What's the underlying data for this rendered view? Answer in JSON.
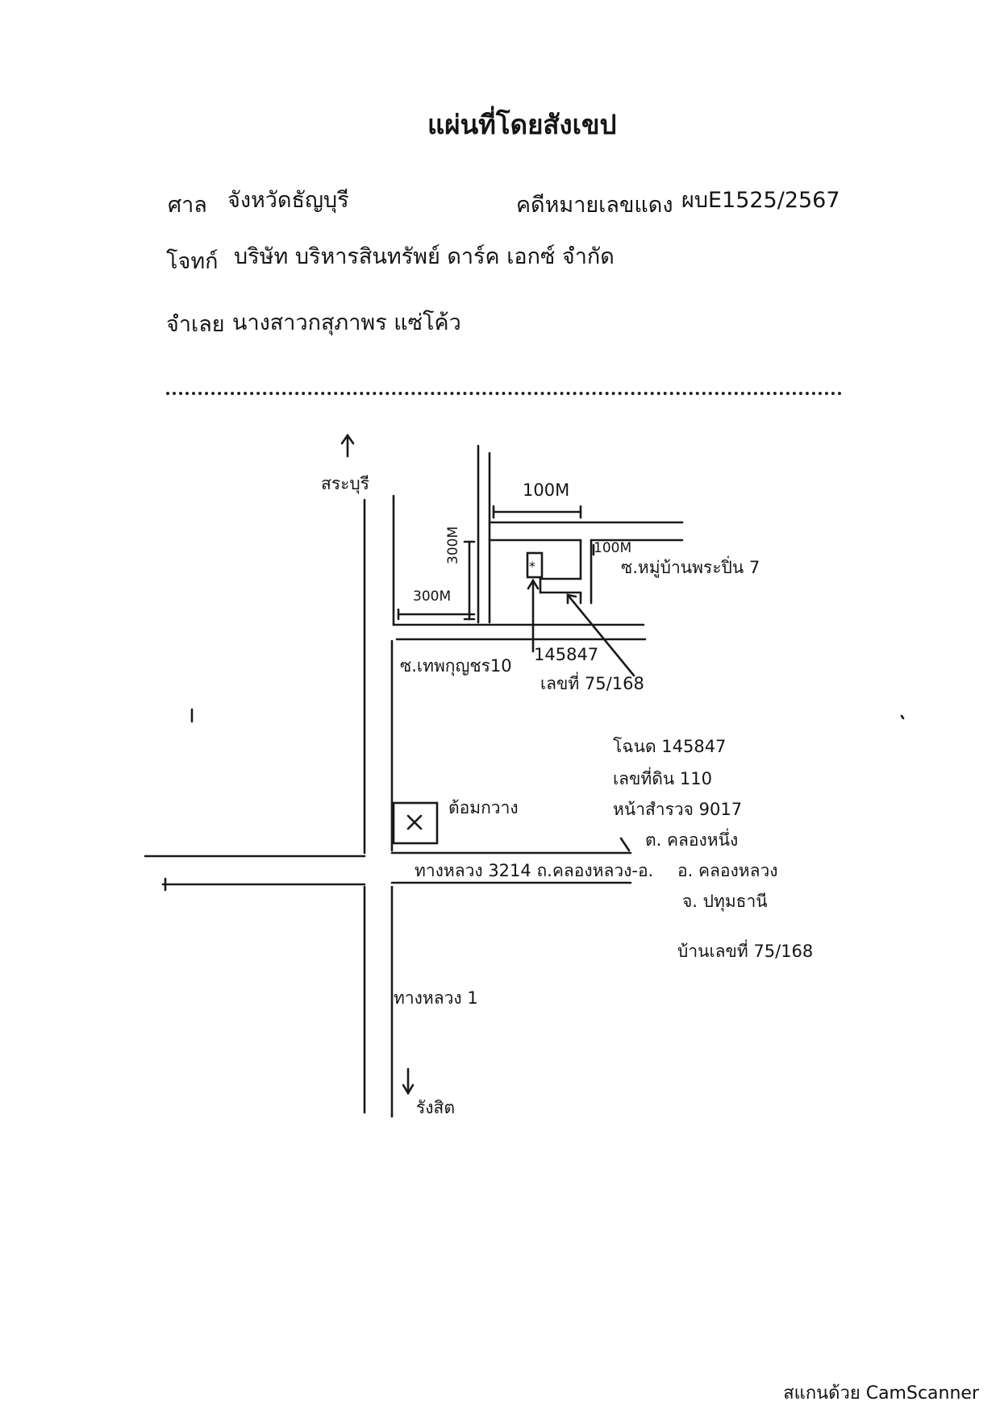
{
  "document": {
    "title": "แผ่นที่โดยสังเขป",
    "court_label": "ศาล",
    "court_value": "จังหวัดธัญบุรี",
    "case_label": "คดีหมายเลขแดง",
    "case_value": "ผบE1525/2567",
    "plaintiff_label": "โจทก์",
    "plaintiff_value": "บริษัท บริหารสินทรัพย์ ดาร์ค เอกซ์ จำกัด",
    "defendant_label": "จำเลย",
    "defendant_value": "นางสาวกสุภาพร แซ่โค้ว"
  },
  "map": {
    "north_direction": "สระบุรี",
    "south_direction": "รังสิต",
    "dist_100m_top": "100M",
    "dist_100m_side": "100M",
    "dist_300m_vertical": "300M",
    "dist_300m_horizontal": "300M",
    "soi_village": "ซ.หมู่บ้านพระปิ่น 7",
    "soi_khlong": "ซ.เทพกุญชร10",
    "deed_mark": "145847",
    "house_mark": "เลขที่ 75/168",
    "landmark": "ต้อมกวาง",
    "road_3214": "ทางหลวง 3214 ถ.คลองหลวง-อ.",
    "highway_1": "ทางหลวง 1",
    "info": [
      "โฉนด 145847",
      "เลขที่ดิน 110",
      "หน้าสำรวจ 9017",
      "ต. คลองหนึ่ง",
      "อ. คลองหลวง",
      "จ. ปทุมธานี"
    ],
    "house_number": "บ้านเลขที่ 75/168"
  },
  "footer": {
    "scanner": "สแกนด้วย CamScanner"
  }
}
